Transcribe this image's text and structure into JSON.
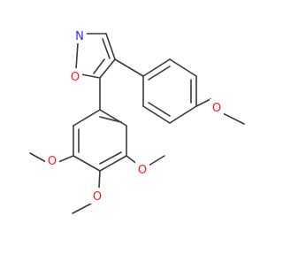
{
  "molecule": {
    "atom_labels": {
      "ring_nitrogen": "N",
      "ring_oxygen": "O",
      "methoxy_para": "O",
      "methoxy_meta_left": "O",
      "methoxy_para_lower": "O",
      "methoxy_meta_right": "O"
    },
    "colors": {
      "bond": "#3a3a3a",
      "nitrogen": "#2c2cff",
      "oxygen": "#ff1a1a",
      "background": "#ffffff"
    }
  }
}
